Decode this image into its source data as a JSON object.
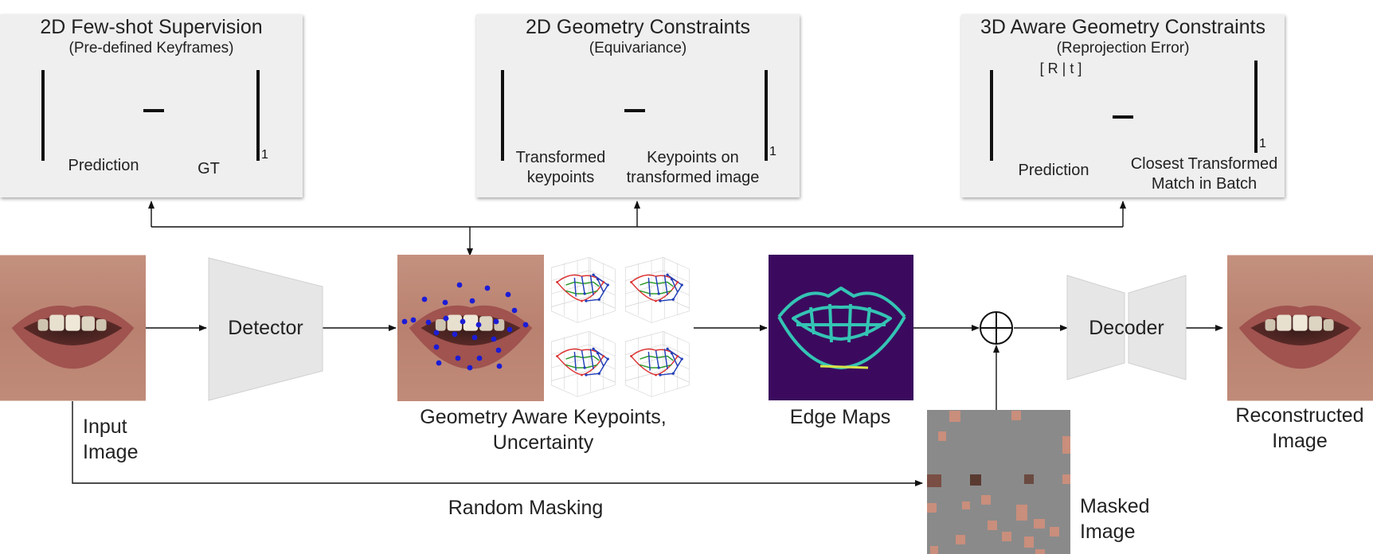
{
  "panels": {
    "few_shot": {
      "title": "2D Few-shot Supervision",
      "subtitle": "(Pre-defined Keyframes)",
      "left_label": "Prediction",
      "right_label": "GT",
      "norm_subscript": "1"
    },
    "geometry_2d": {
      "title": "2D Geometry Constraints",
      "subtitle": "(Equivariance)",
      "left_label": "Transformed keypoints",
      "right_label": "Keypoints on transformed image",
      "norm_subscript": "1"
    },
    "geometry_3d": {
      "title": "3D Aware Geometry Constraints",
      "subtitle": "(Reprojection Error)",
      "transform_label": "[ R  |  t ]",
      "left_label": "Prediction",
      "right_label": "Closest Transformed Match in Batch",
      "norm_subscript": "1"
    }
  },
  "pipeline": {
    "input_label": "Input Image",
    "detector_label": "Detector",
    "keypoints_label": "Geometry Aware Keypoints, Uncertainty",
    "edge_maps_label": "Edge Maps",
    "decoder_label": "Decoder",
    "reconstructed_label": "Reconstructed Image",
    "masked_label": "Masked Image",
    "random_masking_label": "Random Masking",
    "combine_symbol": "⊕"
  },
  "colors": {
    "panel_bg": "#efefef",
    "block_fill": "#e6e6e6",
    "edge_map_bg": "#3b0a5e",
    "edge_map_line": "#34c4b4",
    "mask_gray": "#8a8a8a",
    "keypoint_blue": "#1c1cd6",
    "skin": "#c98e7c",
    "lip": "#a45a55"
  }
}
